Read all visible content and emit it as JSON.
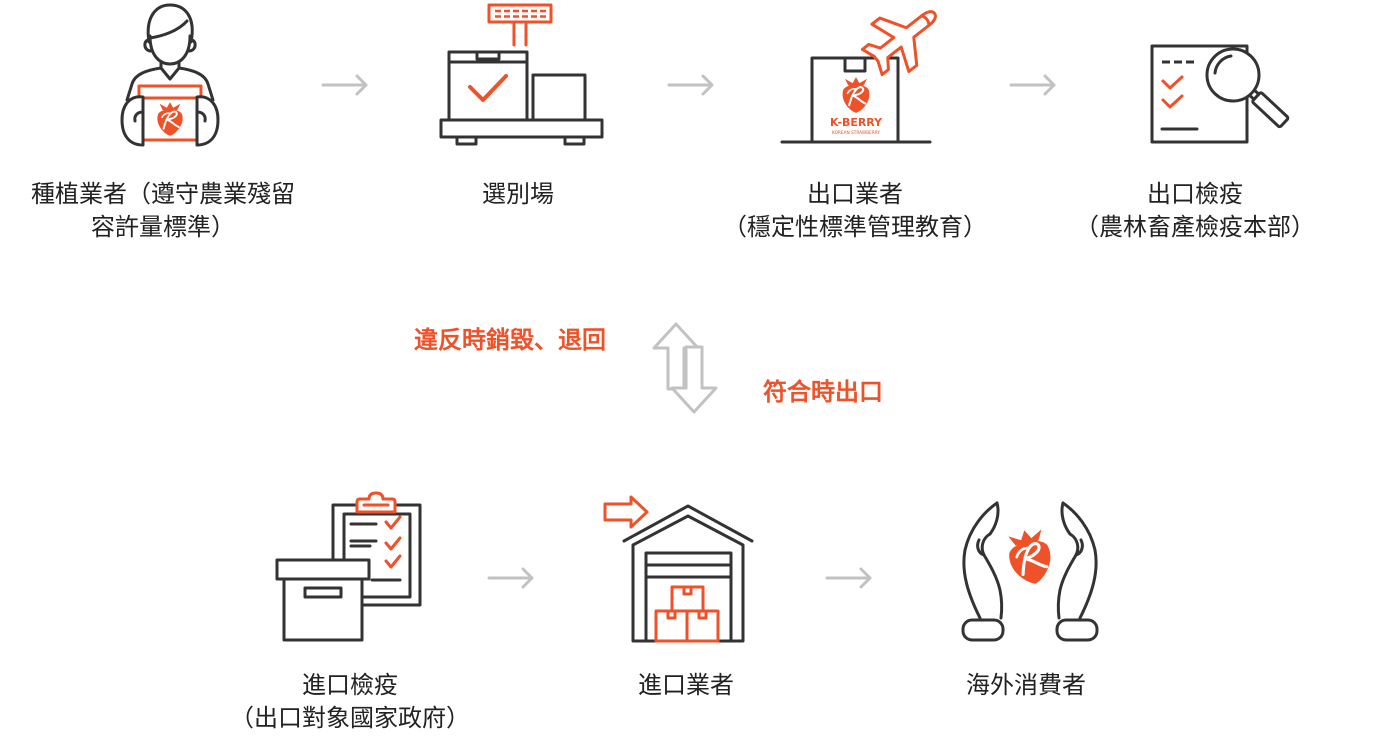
{
  "colors": {
    "accent": "#ef5129",
    "icon_stroke": "#333333",
    "connector_arrow": "#c2c2c2",
    "label_text": "#222222"
  },
  "top_row": [
    {
      "icon": "farmer-holding-box-icon",
      "label": [
        "種植業者（遵守農業殘留",
        "容許量標準）"
      ]
    },
    {
      "icon": "sorting-scale-icon",
      "label": [
        "選別場"
      ]
    },
    {
      "icon": "export-box-airplane-icon",
      "label": [
        "出口業者",
        "（穩定性標準管理教育）"
      ]
    },
    {
      "icon": "inspection-magnifier-icon",
      "label": [
        "出口檢疫",
        "（農林畜產檢疫本部）"
      ]
    }
  ],
  "decision": {
    "icon": "up-down-arrows-icon",
    "fail_label": "違反時銷毀、退回",
    "pass_label": "符合時出口"
  },
  "bottom_row": [
    {
      "icon": "clipboard-box-icon",
      "label": [
        "進口檢疫",
        "（出口對象國家政府）"
      ]
    },
    {
      "icon": "warehouse-icon",
      "label": [
        "進口業者"
      ]
    },
    {
      "icon": "hands-strawberry-icon",
      "label": [
        "海外消費者"
      ]
    }
  ],
  "logo": {
    "brand": "K-BERRY",
    "tagline": "KOREAN STRAWBERRY"
  }
}
